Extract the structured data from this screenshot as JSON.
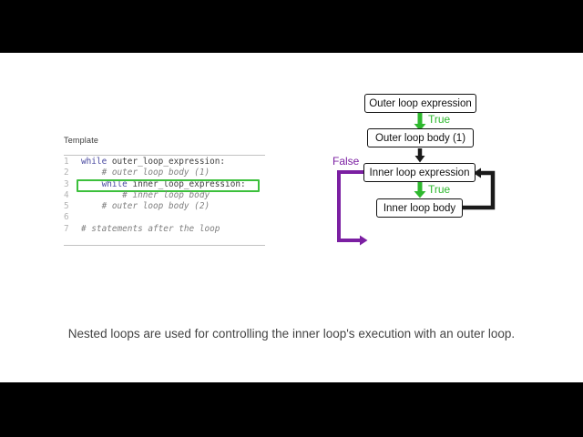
{
  "slide": {
    "caption": "Nested loops are used for controlling the inner loop's execution with an outer loop."
  },
  "template_panel": {
    "title": "Template",
    "code": {
      "lines": [
        {
          "num": "1",
          "highlight": false,
          "tokens": [
            {
              "type": "kw",
              "text": "while"
            },
            {
              "type": "plain",
              "text": " outer_loop_expression:"
            }
          ]
        },
        {
          "num": "2",
          "highlight": false,
          "tokens": [
            {
              "type": "comment",
              "text": "    # outer loop body (1)"
            }
          ]
        },
        {
          "num": "3",
          "highlight": true,
          "tokens": [
            {
              "type": "plain",
              "text": "    "
            },
            {
              "type": "kw",
              "text": "while"
            },
            {
              "type": "plain",
              "text": " inner_loop_expression:"
            }
          ]
        },
        {
          "num": "4",
          "highlight": false,
          "tokens": [
            {
              "type": "comment",
              "text": "        # inner loop body"
            }
          ]
        },
        {
          "num": "5",
          "highlight": false,
          "tokens": [
            {
              "type": "comment",
              "text": "    # outer loop body (2)"
            }
          ]
        },
        {
          "num": "6",
          "highlight": false,
          "tokens": []
        },
        {
          "num": "7",
          "highlight": false,
          "tokens": [
            {
              "type": "comment",
              "text": "# statements after the loop"
            }
          ]
        }
      ]
    }
  },
  "flowchart": {
    "nodes": [
      {
        "id": "outer-expression",
        "label": "Outer loop expression"
      },
      {
        "id": "outer-body",
        "label": "Outer loop body (1)"
      },
      {
        "id": "inner-expression",
        "label": "Inner loop expression"
      },
      {
        "id": "inner-body",
        "label": "Inner loop body"
      }
    ],
    "edge_labels": {
      "true_outer": "True",
      "true_inner": "True",
      "false_inner": "False"
    }
  },
  "colors": {
    "keyword": "#4949a0",
    "plain_code": "#3d3d3d",
    "comment": "#7f7f7f",
    "line_number": "#b3b3b3",
    "highlight_green": "#3cc03c",
    "true_green": "#2eb82e",
    "false_purple": "#7b1fa2",
    "arrow_black": "#1a1a1a",
    "caption_text": "#444444",
    "rule_gray": "#c2c2c2"
  }
}
